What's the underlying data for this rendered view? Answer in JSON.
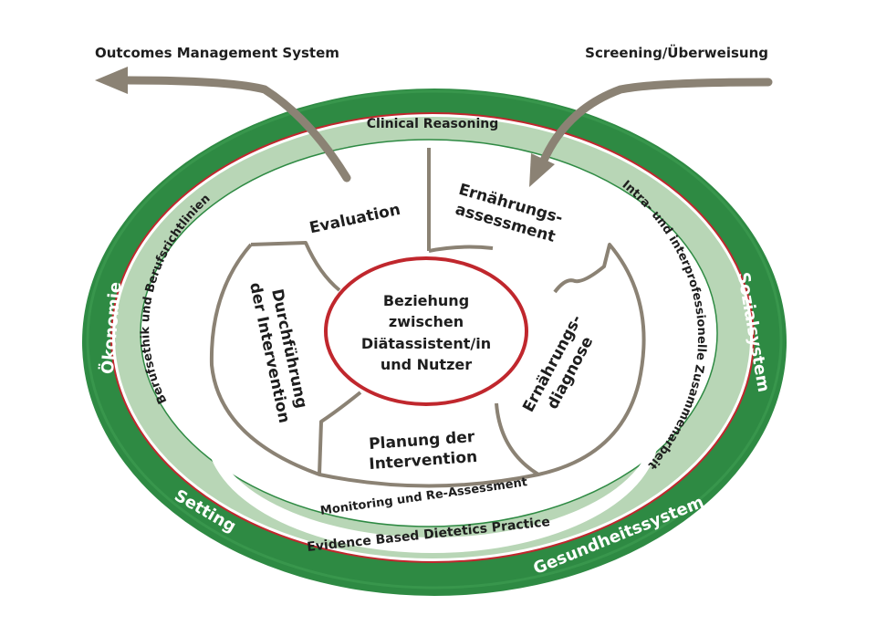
{
  "top": {
    "outcomes": "Outcomes Management System",
    "screening": "Screening/Überweisung"
  },
  "outer_ring": {
    "left": "Ökonomie",
    "right": "Sozialsystem",
    "bottom_left": "Setting",
    "bottom_right": "Gesundheitssystem"
  },
  "middle_ring": {
    "top": "Clinical Reasoning",
    "bottom": "Evidence Based Dietetics Practice",
    "left": "Berufsethik und Berufsrichtlinien",
    "right": "Intra- und interprofessionelle Zusammenarbeit",
    "inner_bottom": "Monitoring und Re-Assessment"
  },
  "steps": {
    "evaluation": "Evaluation",
    "assessment_1": "Ernährungs-",
    "assessment_2": "assessment",
    "diagnose_1": "Ernährungs-",
    "diagnose_2": "diagnose",
    "planung_1": "Planung der",
    "planung_2": "Intervention",
    "durch_1": "Durchführung",
    "durch_2": "der Intervention"
  },
  "center": {
    "line1": "Beziehung",
    "line2": "zwischen",
    "line3": "Diätassistent/in",
    "line4": "und Nutzer"
  },
  "colors": {
    "outer_green": "#2e8a43",
    "light_green": "#b8d6b6",
    "red": "#c0272d",
    "gray": "#8b8274"
  }
}
